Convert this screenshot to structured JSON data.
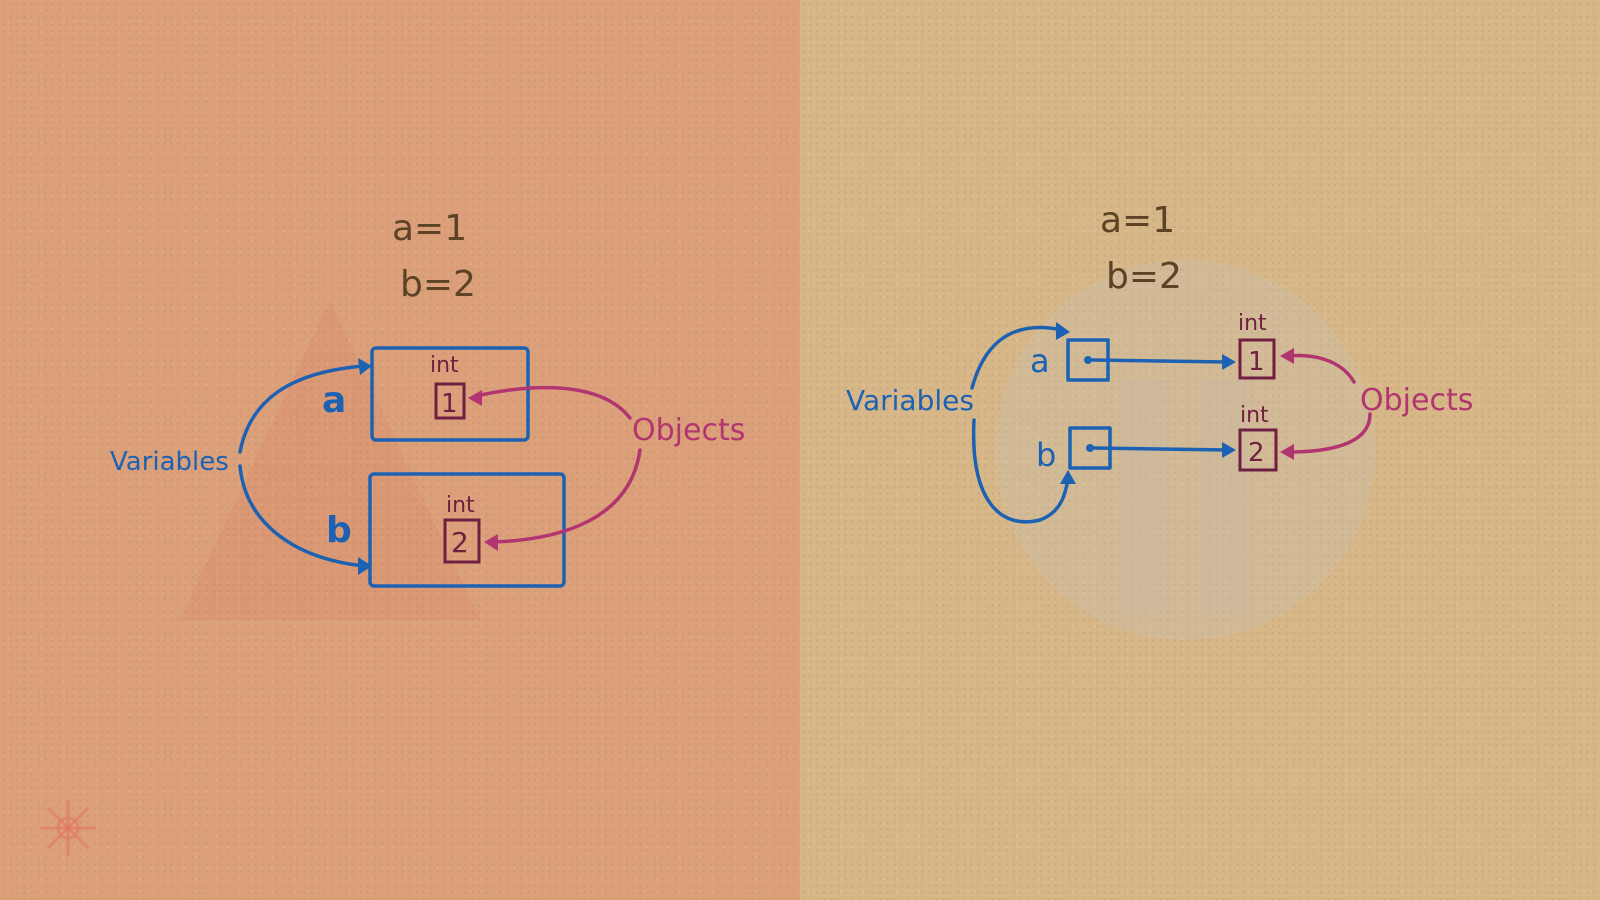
{
  "left": {
    "code_line_1": "a=1",
    "code_line_2": "b=2",
    "variables_label": "Variables",
    "objects_label": "Objects",
    "var_a": "a",
    "var_b": "b",
    "type_a": "int",
    "type_b": "int",
    "value_a": "1",
    "value_b": "2"
  },
  "right": {
    "code_line_1": "a=1",
    "code_line_2": "b=2",
    "variables_label": "Variables",
    "objects_label": "Objects",
    "var_a": "a",
    "var_b": "b",
    "type_a": "int",
    "type_b": "int",
    "value_a": "1",
    "value_b": "2"
  },
  "colors": {
    "left_background": "#dba07a",
    "right_background": "#d7b788",
    "variables": "#1d62b2",
    "objects": "#b23470",
    "object_box": "#6f1f40",
    "code_text": "#5c4326"
  }
}
